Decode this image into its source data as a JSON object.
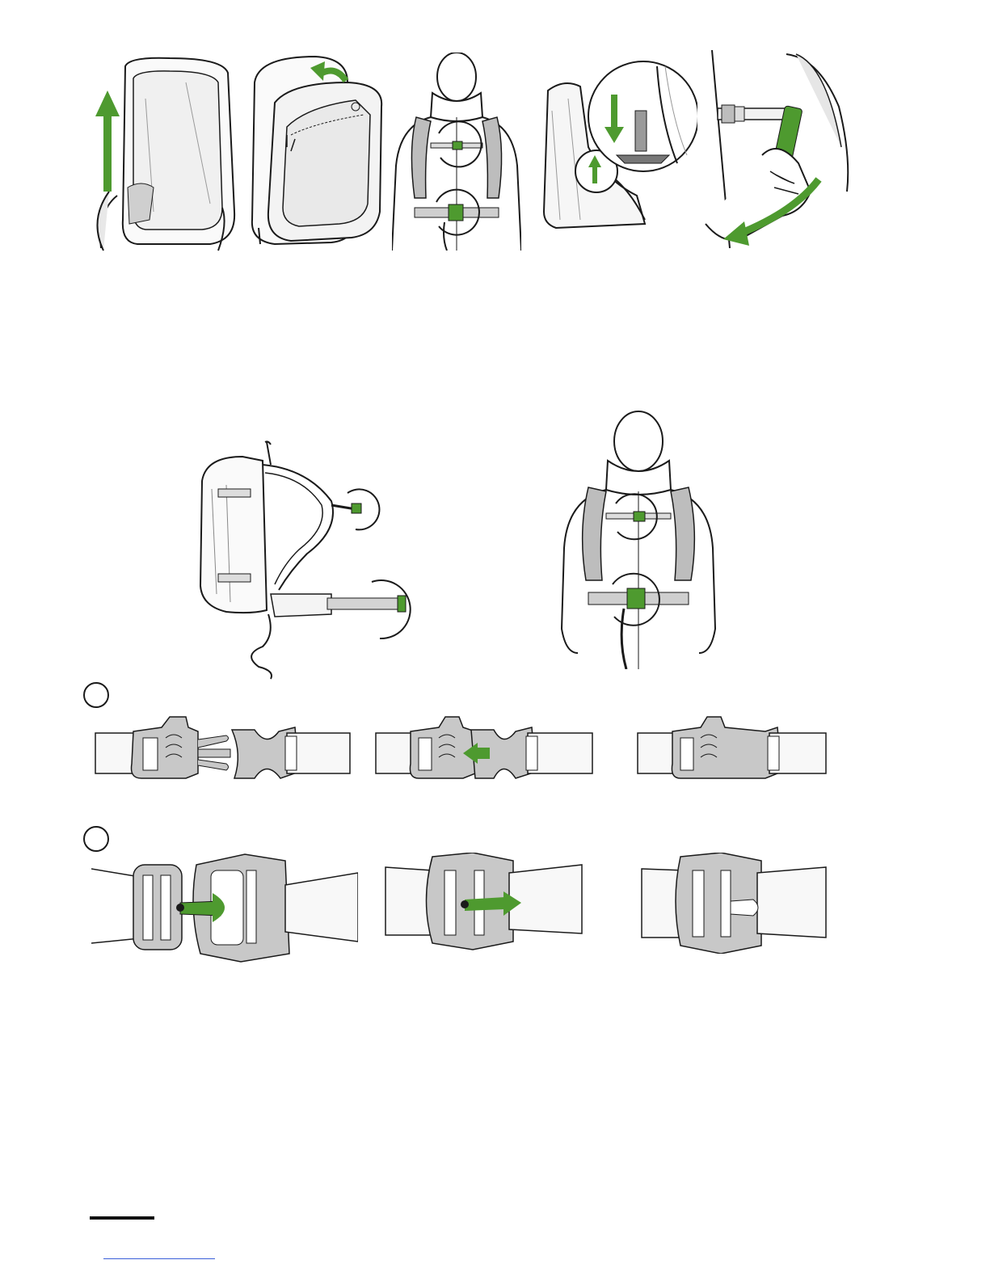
{
  "page": {
    "domain": "instruction-manual-illustrations",
    "colors": {
      "accent": "#4e9a2f",
      "ink": "#1a1a1a",
      "strap_fill": "#c8c8c8",
      "strap_light": "#f2f2f2",
      "link": "#3a5fd8"
    }
  },
  "top_row": [
    {
      "id": "pack-zip-up",
      "icon": "backpack-with-up-arrow"
    },
    {
      "id": "pack-open",
      "icon": "open-backpack-compartment"
    },
    {
      "id": "wearer-front",
      "icon": "person-wearing-pack"
    },
    {
      "id": "bladder-clip",
      "icon": "reservoir-clip-detail"
    },
    {
      "id": "hand-pull",
      "icon": "hand-pulling-tab"
    }
  ],
  "middle_row": [
    {
      "id": "pack-side",
      "icon": "pack-with-straps-side-view"
    },
    {
      "id": "wearer-front-2",
      "icon": "person-wearing-pack"
    }
  ],
  "step_markers": [
    {
      "id": "step-a",
      "label": ""
    },
    {
      "id": "step-b",
      "label": ""
    }
  ],
  "buckle_row_1": [
    {
      "id": "side-release-open",
      "state": "open"
    },
    {
      "id": "side-release-insert",
      "state": "inserting"
    },
    {
      "id": "side-release-closed",
      "state": "closed"
    }
  ],
  "buckle_row_2": [
    {
      "id": "hip-buckle-open",
      "state": "open"
    },
    {
      "id": "hip-buckle-insert",
      "state": "inserting"
    },
    {
      "id": "hip-buckle-closed",
      "state": "closed"
    }
  ]
}
